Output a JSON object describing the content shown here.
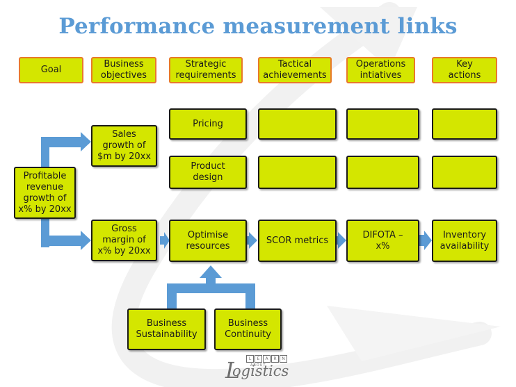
{
  "title": "Performance measurement links",
  "headers": [
    "Goal",
    "Business\nobjectives",
    "Strategic\nrequirements",
    "Tactical\nachievements",
    "Operations\nintiatives",
    "Key\nactions"
  ],
  "goal": "Profitable\nrevenue\ngrowth of\nx% by 20xx",
  "objectives": {
    "sales": "Sales\ngrowth of\n$m by 20xx",
    "gross": "Gross\nmargin of\nx% by 20xx"
  },
  "strategic": {
    "pricing": "Pricing",
    "product": "Product\ndesign",
    "optimise": "Optimise\nresources"
  },
  "tactical": {
    "scor": "SCOR metrics"
  },
  "operations": {
    "difota": "DIFOTA –\nx%"
  },
  "actions": {
    "inventory": "Inventory\navailability"
  },
  "support": {
    "sustainability": "Business\nSustainability",
    "continuity": "Business\nContinuity"
  },
  "logo": {
    "letters": [
      "L",
      "E",
      "A",
      "R",
      "N"
    ],
    "about": "ABOUT",
    "word": "ogistics",
    "initial": "L"
  },
  "colors": {
    "box_fill": "#d4e600",
    "header_border": "#e8792a",
    "arrow": "#5b9bd5",
    "title": "#5b9bd5"
  }
}
